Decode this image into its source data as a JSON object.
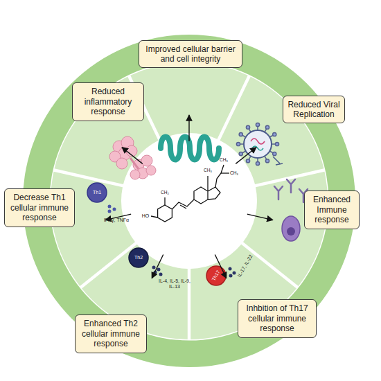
{
  "diagram": {
    "nodes": [
      {
        "text": [
          "Improved cellular barrier and cell integrity"
        ]
      },
      {
        "text": [
          "Reduced Viral Replication"
        ]
      },
      {
        "text": [
          "Enhanced Immune response"
        ]
      },
      {
        "text": [
          "Inhbition of Th17 cellular immune response"
        ]
      },
      {
        "text": [
          "Enhanced Th2 cellular immune response"
        ]
      },
      {
        "text": [
          "Decrease Th1 cellular immune response"
        ]
      },
      {
        "text": [
          "Reduced inflammatory response"
        ]
      }
    ],
    "labels": [
      "Th1",
      "IFNγ, TNFα",
      "Th2",
      "IL-4, IL-5, IL-9, IL-13",
      "Th17",
      "IL-17, IL-22",
      "HO",
      "CH₂",
      "CH₃",
      "CH₃",
      "CH₃"
    ]
  }
}
